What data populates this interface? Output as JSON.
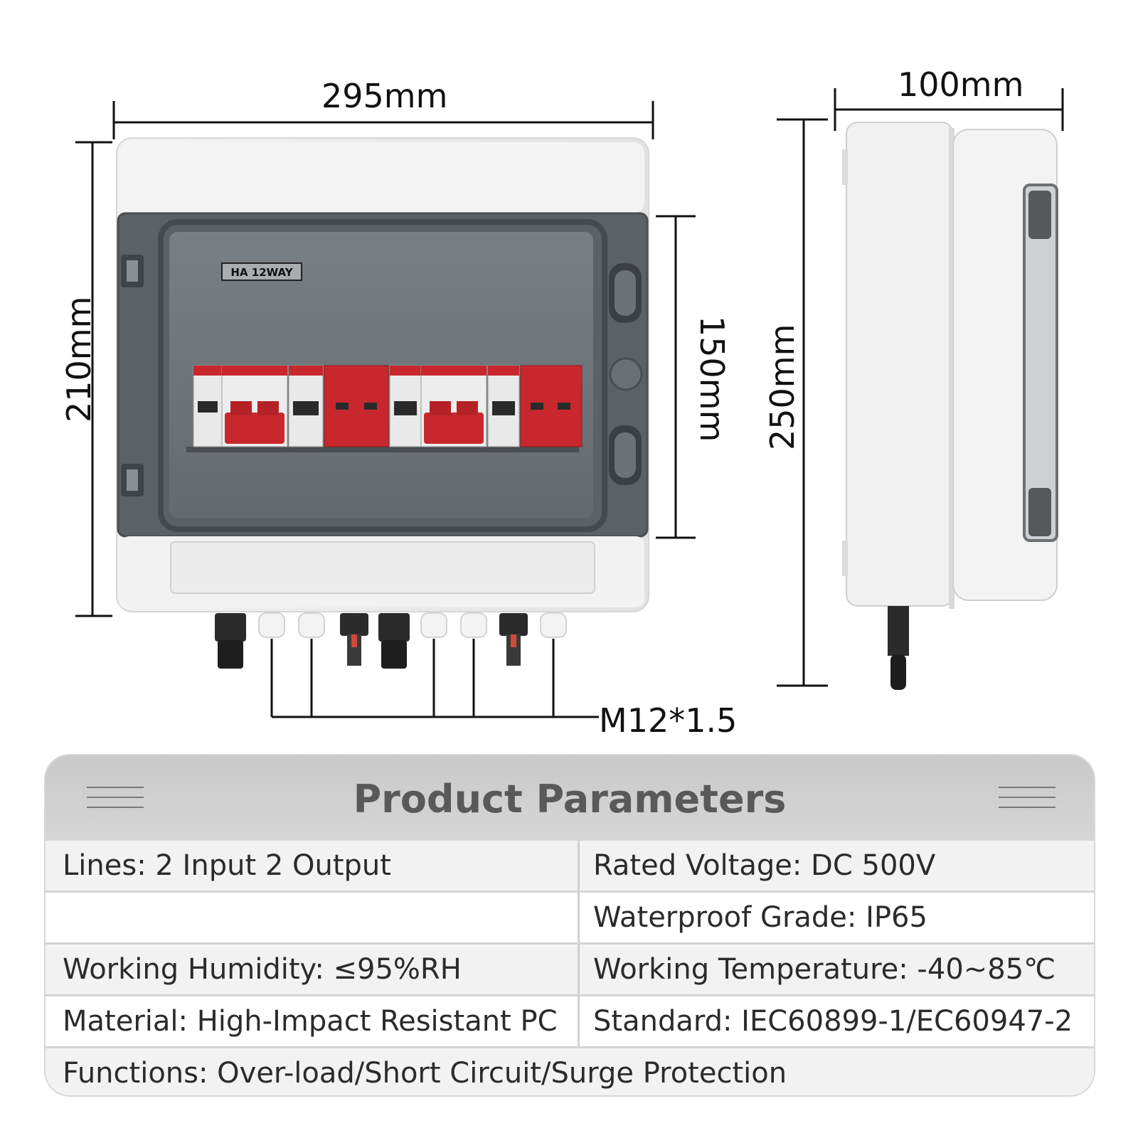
{
  "dimensions": {
    "front_width": "295mm",
    "front_height": "210mm",
    "window_height": "150mm",
    "side_depth": "100mm",
    "side_height": "250mm",
    "gland_thread": "M12*1.5"
  },
  "device": {
    "label": "HA 12WAY"
  },
  "parameters": {
    "title": "Product Parameters",
    "rows": [
      {
        "left": "Lines: 2 Input 2 Output",
        "right": "Rated Voltage: DC 500V"
      },
      {
        "left": "",
        "right": "Waterproof Grade: IP65"
      },
      {
        "left": "Working Humidity: ≤95%RH",
        "right": "Working Temperature: -40~85℃"
      },
      {
        "left": "Material: High-Impact Resistant PC",
        "right": "Standard: IEC60899-1/EC60947-2"
      }
    ],
    "footer": "Functions: Over-load/Short Circuit/Surge Protection"
  },
  "colors": {
    "breaker_red": "#c8282d",
    "enclosure_white": "#f0f0f0",
    "window_grey": "#5f6468",
    "header_grey": "#cfcfcf"
  }
}
